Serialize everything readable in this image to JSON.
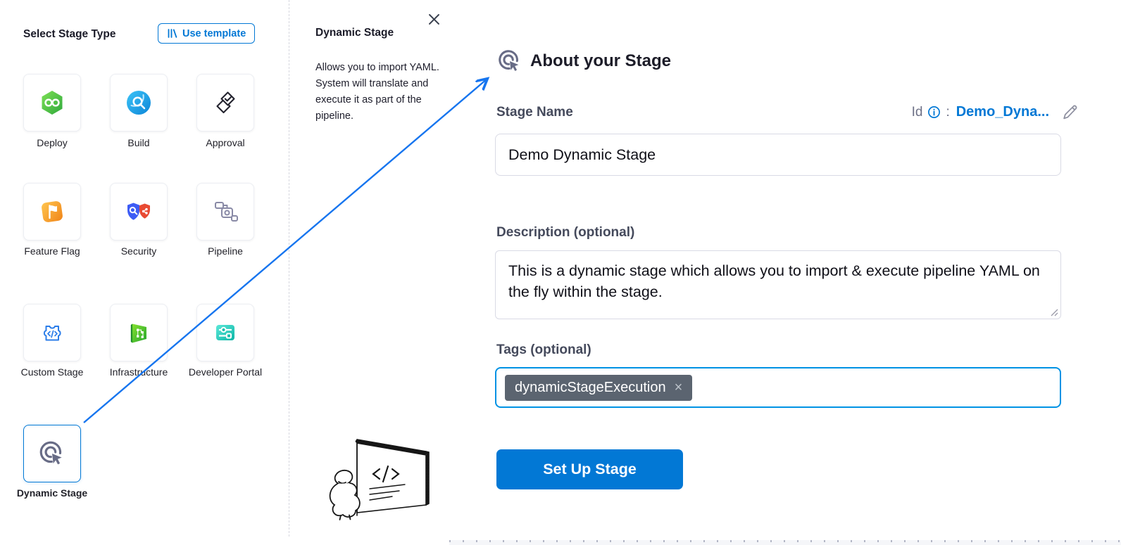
{
  "left_panel": {
    "title": "Select Stage Type",
    "use_template": {
      "label": "Use template",
      "icon": "template-library-icon"
    },
    "stage_types": [
      {
        "label": "Deploy",
        "icon": "deploy-icon"
      },
      {
        "label": "Build",
        "icon": "build-icon"
      },
      {
        "label": "Approval",
        "icon": "approval-icon"
      },
      {
        "label": "Feature Flag",
        "icon": "feature-flag-icon"
      },
      {
        "label": "Security",
        "icon": "security-icon"
      },
      {
        "label": "Pipeline",
        "icon": "pipeline-icon"
      },
      {
        "label": "Custom Stage",
        "icon": "custom-stage-icon"
      },
      {
        "label": "Infrastructure",
        "icon": "infrastructure-icon"
      },
      {
        "label": "Developer Portal",
        "icon": "developer-portal-icon"
      },
      {
        "label": "Dynamic Stage",
        "icon": "dynamic-stage-icon",
        "selected": true
      }
    ]
  },
  "help_panel": {
    "title": "Dynamic Stage",
    "description": "Allows you to import YAML. System will translate and execute it as part of the pipeline.",
    "close_icon_name": "close-icon"
  },
  "about_panel": {
    "heading": "About your Stage",
    "stage_name_label": "Stage Name",
    "stage_name_value": "Demo Dynamic Stage",
    "id_label": "Id",
    "id_separator": ":",
    "id_value": "Demo_Dyna...",
    "description_label": "Description (optional)",
    "description_value": "This is a dynamic stage which allows you to import & execute pipeline YAML on the fly within the stage.",
    "tags_label": "Tags (optional)",
    "tags": [
      {
        "text": "dynamicStageExecution",
        "remove_icon": "×"
      }
    ],
    "submit_label": "Set Up Stage"
  },
  "colors": {
    "primary_blue": "#0278d5",
    "arrow_blue": "#1675ef",
    "focus_blue": "#0092e4",
    "tag_chip_bg": "#5b6470",
    "icon_slate": "#686c86",
    "label_gray": "#454a5c"
  }
}
